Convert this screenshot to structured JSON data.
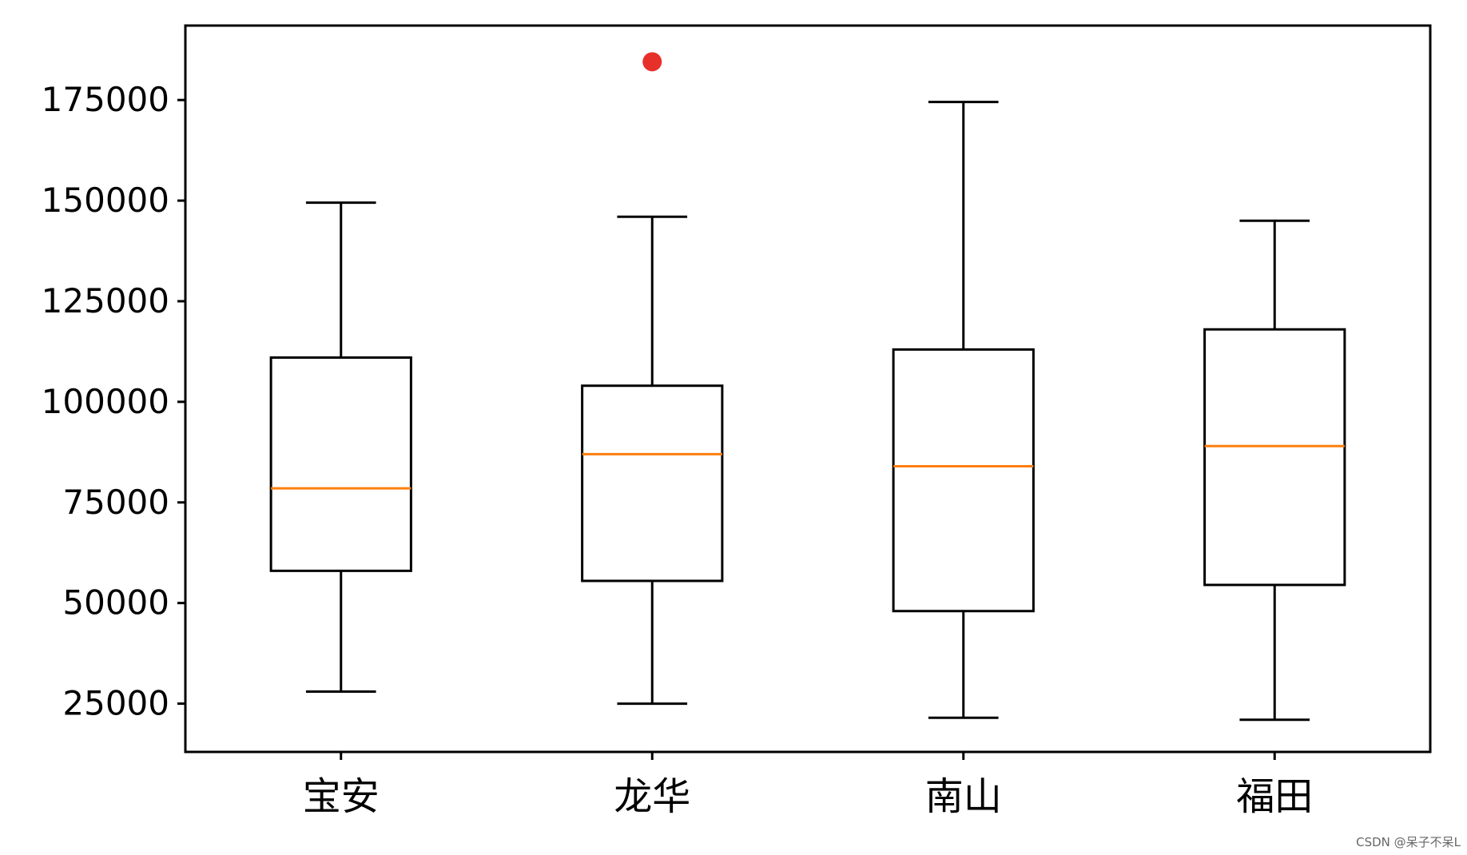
{
  "chart_data": {
    "type": "boxplot",
    "categories": [
      "宝安",
      "龙华",
      "南山",
      "福田"
    ],
    "boxes": [
      {
        "category": "宝安",
        "whisker_low": 28000,
        "q1": 58000,
        "median": 78500,
        "q3": 111000,
        "whisker_high": 149500,
        "outliers": []
      },
      {
        "category": "龙华",
        "whisker_low": 25000,
        "q1": 55500,
        "median": 87000,
        "q3": 104000,
        "whisker_high": 146000,
        "outliers": [
          184500
        ]
      },
      {
        "category": "南山",
        "whisker_low": 21500,
        "q1": 48000,
        "median": 84000,
        "q3": 113000,
        "whisker_high": 174500,
        "outliers": []
      },
      {
        "category": "福田",
        "whisker_low": 21000,
        "q1": 54500,
        "median": 89000,
        "q3": 118000,
        "whisker_high": 145000,
        "outliers": []
      }
    ],
    "yticks": [
      25000,
      50000,
      75000,
      100000,
      125000,
      150000,
      175000
    ],
    "ytick_labels": [
      "25000",
      "50000",
      "75000",
      "100000",
      "125000",
      "150000",
      "175000"
    ],
    "ylim": [
      13000,
      193500
    ],
    "title": "",
    "xlabel": "",
    "ylabel": "",
    "grid": false,
    "colors": {
      "box": "#000000",
      "median": "#ff7f0e",
      "outlier": "#e8302a"
    }
  },
  "watermark": "CSDN @呆子不呆L"
}
